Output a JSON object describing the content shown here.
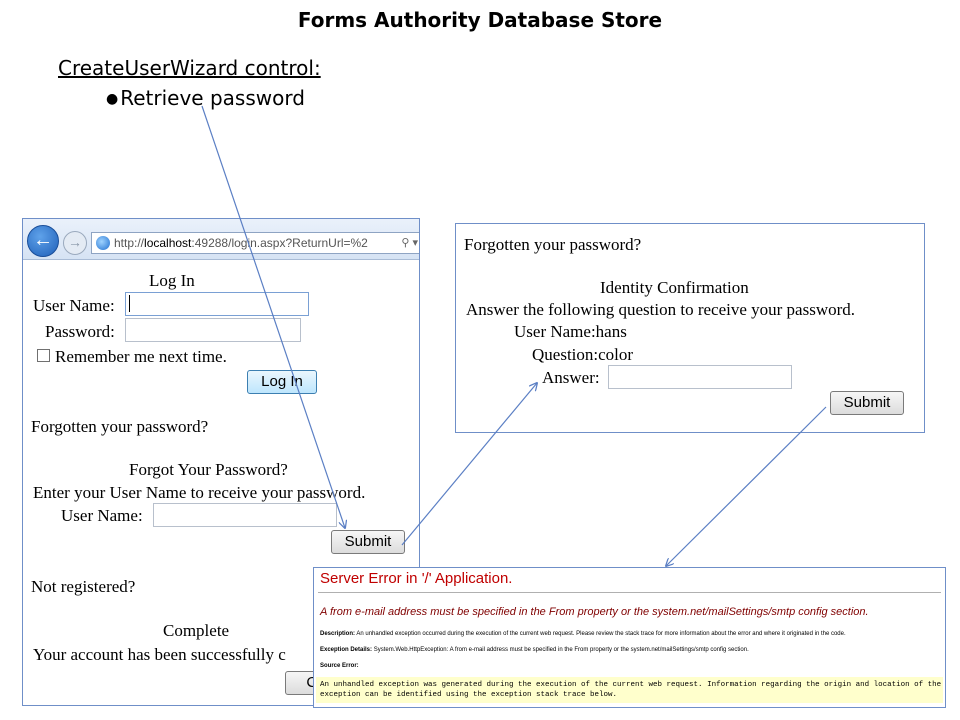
{
  "slide": {
    "title": "Forms Authority Database Store",
    "subtitle": "CreateUserWizard control:",
    "bullet": "Retrieve password"
  },
  "browser": {
    "url_prefix": "http://",
    "url_host": "localhost",
    "url_rest": ":49288/login.aspx?ReturnUrl=%2",
    "login": {
      "heading": "Log In",
      "username_label": "User Name:",
      "password_label": "Password:",
      "remember_label": "Remember me next time.",
      "login_button": "Log In"
    },
    "forgot": {
      "link": "Forgotten your password?",
      "heading": "Forgot Your Password?",
      "instructions": "Enter your User Name to receive your password.",
      "username_label": "User Name:",
      "submit_button": "Submit"
    },
    "register": {
      "link": "Not registered?",
      "heading": "Complete",
      "message": "Your account has been successfully c",
      "continue_button": "Co"
    }
  },
  "identity": {
    "link": "Forgotten your password?",
    "heading": "Identity Confirmation",
    "instructions": "Answer the following question to receive your password.",
    "username_label": "User Name:",
    "username_value": "hans",
    "question_label": "Question:",
    "question_value": "color",
    "answer_label": "Answer:",
    "submit_button": "Submit"
  },
  "error": {
    "title": "Server Error in '/' Application.",
    "message": "A from e-mail address must be specified in the From property or the system.net/mailSettings/smtp config section.",
    "description_label": "Description:",
    "description_text": "An unhandled exception occurred during the execution of the current web request. Please review the stack trace for more information about the error and where it originated in the code.",
    "exception_label": "Exception Details:",
    "exception_text": "System.Web.HttpException: A from e-mail address must be specified in the From property or the system.net/mailSettings/smtp config section.",
    "source_label": "Source Error:",
    "source_line1": "An unhandled exception was generated during the execution of the current web request. Information regarding the origin and location of the",
    "source_line2": "exception can be identified using the exception stack trace below."
  },
  "colors": {
    "arrow": "#5b7fc4",
    "panel_border": "#6f8fc8",
    "error_title": "#c00000",
    "error_message": "#800000",
    "source_bg": "#ffffcc"
  }
}
